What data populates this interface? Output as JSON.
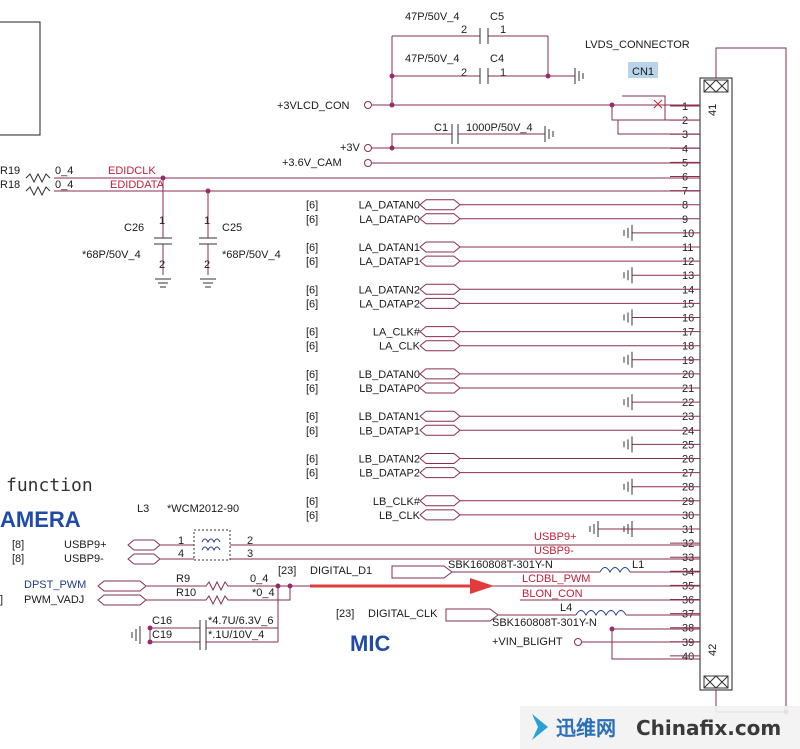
{
  "connector": {
    "name": "LVDS_CONNECTOR",
    "ref": "CN1",
    "pins": [
      "1",
      "2",
      "3",
      "4",
      "5",
      "6",
      "7",
      "8",
      "9",
      "10",
      "11",
      "12",
      "13",
      "14",
      "15",
      "16",
      "17",
      "18",
      "19",
      "20",
      "21",
      "22",
      "23",
      "24",
      "25",
      "26",
      "27",
      "28",
      "29",
      "30",
      "31",
      "32",
      "33",
      "34",
      "35",
      "36",
      "37",
      "38",
      "39",
      "40"
    ],
    "mount_top": "41",
    "mount_bottom": "42"
  },
  "components": {
    "c5": {
      "ref": "C5",
      "value": "47P/50V_4",
      "pin_a": "2",
      "pin_b": "1"
    },
    "c4": {
      "ref": "C4",
      "value": "47P/50V_4",
      "pin_a": "2",
      "pin_b": "1"
    },
    "c1": {
      "ref": "C1",
      "value": "1000P/50V_4"
    },
    "c26": {
      "ref": "C26",
      "value": "*68P/50V_4",
      "pin_a": "1",
      "pin_b": "2"
    },
    "c25": {
      "ref": "C25",
      "value": "*68P/50V_4",
      "pin_a": "1",
      "pin_b": "2"
    },
    "c16": {
      "ref": "C16",
      "value": "*4.7U/6.3V_6"
    },
    "c19": {
      "ref": "C19",
      "value": "*.1U/10V_4"
    },
    "r19": {
      "ref": "R19",
      "value": "0_4"
    },
    "r18": {
      "ref": "R18",
      "value": "0_4"
    },
    "r9": {
      "ref": "R9",
      "value": "0_4"
    },
    "r10": {
      "ref": "R10",
      "value": "*0_4"
    },
    "l3": {
      "ref": "L3",
      "value": "*WCM2012-90",
      "pins": [
        "1",
        "2",
        "4",
        "3"
      ]
    },
    "l1": {
      "ref": "L1",
      "value": "SBK160808T-301Y-N"
    },
    "l4": {
      "ref": "L4",
      "value": "SBK160808T-301Y-N"
    }
  },
  "nets": {
    "vlcd": "+3VLCD_CON",
    "v3": "+3V",
    "v36": "+3.6V_CAM",
    "edidclk": "EDIDCLK",
    "edidda": "EDIDDATA",
    "usbp9p": "USBP9+",
    "usbp9n": "USBP9-",
    "dpst": "DPST_PWM",
    "pwmvadj": "PWM_VADJ",
    "lcdbl": "LCDBL_PWM",
    "blon": "BLON_CON",
    "dig_d1": "DIGITAL_D1",
    "dig_clk": "DIGITAL_CLK",
    "vin_blight": "+VIN_BLIGHT"
  },
  "lvds_signals": [
    {
      "ref": "[6]",
      "name": "LA_DATAN0"
    },
    {
      "ref": "[6]",
      "name": "LA_DATAP0"
    },
    {
      "ref": "[6]",
      "name": "LA_DATAN1"
    },
    {
      "ref": "[6]",
      "name": "LA_DATAP1"
    },
    {
      "ref": "[6]",
      "name": "LA_DATAN2"
    },
    {
      "ref": "[6]",
      "name": "LA_DATAP2"
    },
    {
      "ref": "[6]",
      "name": "LA_CLK#"
    },
    {
      "ref": "[6]",
      "name": "LA_CLK"
    },
    {
      "ref": "[6]",
      "name": "LB_DATAN0"
    },
    {
      "ref": "[6]",
      "name": "LB_DATAP0"
    },
    {
      "ref": "[6]",
      "name": "LB_DATAN1"
    },
    {
      "ref": "[6]",
      "name": "LB_DATAP1"
    },
    {
      "ref": "[6]",
      "name": "LB_DATAN2"
    },
    {
      "ref": "[6]",
      "name": "LB_DATAP2"
    },
    {
      "ref": "[6]",
      "name": "LB_CLK#"
    },
    {
      "ref": "[6]",
      "name": "LB_CLK"
    }
  ],
  "page_refs": {
    "usbp": "[8]",
    "usbn": "[8]",
    "pwm": "]",
    "d1": "[23]",
    "clk": "[23]"
  },
  "labels": {
    "function_text": "function",
    "camera_text": "AMERA",
    "mic_text": "MIC"
  },
  "watermark": {
    "cn_text": "迅维网",
    "en_text": "Chinafix.com"
  },
  "colors": {
    "wire": "#8a2f4f",
    "net_red": "#c0213a",
    "net_blue": "#1f3d8a",
    "arrow": "#e03c3c",
    "cn1_highlight": "#b9d3ea"
  }
}
